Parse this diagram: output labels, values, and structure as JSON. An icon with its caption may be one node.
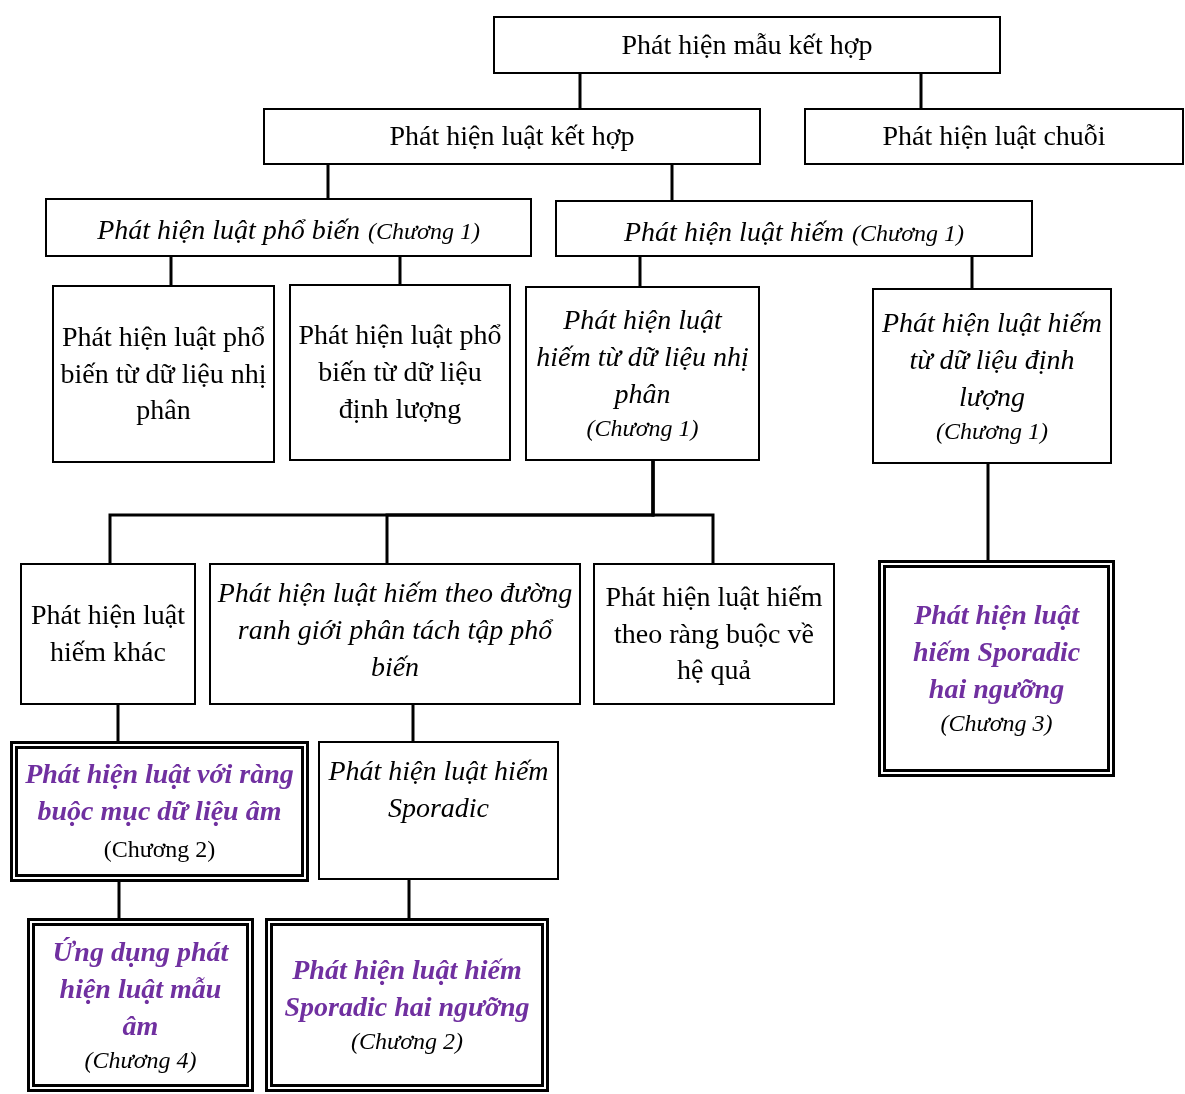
{
  "diagram": {
    "nodes": [
      {
        "text": [
          "Phát hiện mẫu kết hợp"
        ]
      },
      {
        "text": [
          "Phát hiện luật kết hợp"
        ]
      },
      {
        "text": [
          "Phát hiện luật chuỗi"
        ]
      },
      {
        "text": [
          "Phát hiện luật phổ biến",
          "(Chương 1)"
        ]
      },
      {
        "text": [
          "Phát hiện luật hiếm",
          "(Chương 1)"
        ]
      },
      {
        "text": [
          "Phát hiện luật phổ biến từ dữ liệu nhị phân"
        ]
      },
      {
        "text": [
          "Phát hiện luật phổ biến từ dữ liệu định lượng"
        ]
      },
      {
        "text": [
          "Phát hiện luật hiếm từ dữ liệu nhị phân",
          "(Chương 1)"
        ]
      },
      {
        "text": [
          "Phát hiện luật hiếm từ dữ liệu định lượng",
          "(Chương 1)"
        ]
      },
      {
        "text": [
          "Phát hiện luật hiếm khác"
        ]
      },
      {
        "text": [
          "Phát hiện luật hiếm theo đường ranh giới phân tách tập phổ biến"
        ]
      },
      {
        "text": [
          "Phát hiện luật hiếm theo ràng buộc về hệ quả"
        ]
      },
      {
        "text": [
          "Phát hiện luật hiếm Sporadic hai ngưỡng",
          "(Chương 3)"
        ]
      },
      {
        "text": [
          "**Phát hiện luật với ràng buộc mục dữ liệu âm** (Chương 2)"
        ]
      },
      {
        "text": [
          "Phát hiện luật hiếm Sporadic"
        ]
      },
      {
        "text": [
          "Ứng dụng phát hiện luật mẫu âm",
          "(Chương 4)"
        ]
      },
      {
        "text": [
          "Phát hiện luật hiếm Sporadic hai ngưỡng",
          "(Chương 2)"
        ]
      }
    ],
    "edges": [
      {
        "from": 0,
        "to": 1,
        "arrow": "none"
      },
      {
        "from": 0,
        "to": 2,
        "arrow": "none"
      },
      {
        "from": 1,
        "to": 3,
        "arrow": "none"
      },
      {
        "from": 1,
        "to": 4,
        "arrow": "none"
      },
      {
        "from": 3,
        "to": 5,
        "arrow": "none"
      },
      {
        "from": 3,
        "to": 6,
        "arrow": "none"
      },
      {
        "from": 4,
        "to": 7,
        "arrow": "none"
      },
      {
        "from": 4,
        "to": 8,
        "arrow": "none"
      },
      {
        "from": 7,
        "to": 9,
        "arrow": "none"
      },
      {
        "from": 7,
        "to": 10,
        "arrow": "none"
      },
      {
        "from": 7,
        "to": 11,
        "arrow": "none"
      },
      {
        "from": 8,
        "to": 12,
        "arrow": "none"
      },
      {
        "from": 9,
        "to": 13,
        "arrow": "none"
      },
      {
        "from": 10,
        "to": 14,
        "arrow": "none"
      },
      {
        "from": 13,
        "to": 15,
        "arrow": "none"
      },
      {
        "from": 14,
        "to": 16,
        "arrow": "none"
      }
    ]
  }
}
